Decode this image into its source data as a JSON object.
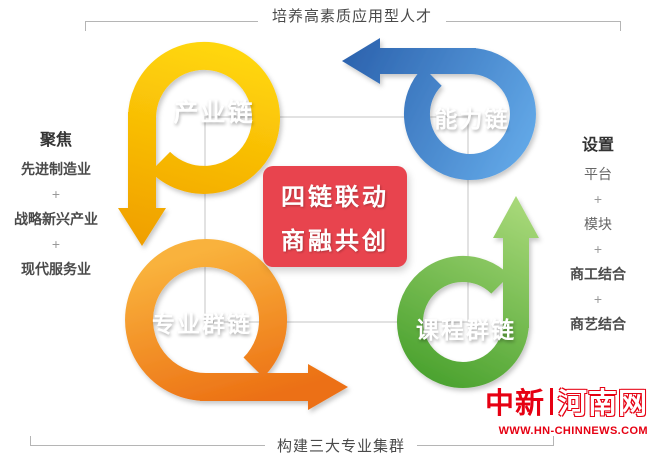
{
  "title_top": "培养高素质应用型人才",
  "title_bottom": "构建三大专业集群",
  "center_box": {
    "line1": "四链联动",
    "line2": "商融共创",
    "bg_color": "#e8444e"
  },
  "left_panel": {
    "heading": "聚焦",
    "items": [
      "先进制造业",
      "+",
      "战略新兴产业",
      "+",
      "现代服务业"
    ]
  },
  "right_panel": {
    "heading": "设置",
    "items": [
      "平台",
      "+",
      "模块",
      "+",
      "商工结合",
      "+",
      "商艺结合"
    ]
  },
  "rings": {
    "industry": {
      "label": "产业链",
      "color_light": "#ffd60a",
      "color_dark": "#f09f00"
    },
    "ability": {
      "label": "能力链",
      "color_light": "#63a9e8",
      "color_dark": "#2c63ae"
    },
    "major": {
      "label": "专业群链",
      "color_light": "#f9b23c",
      "color_dark": "#ec7014"
    },
    "course": {
      "label": "课程群链",
      "color_light": "#a9d97a",
      "color_dark": "#47a02c"
    }
  },
  "connector_color": "#d8d8d8",
  "watermark": {
    "brand_bold": "中新",
    "brand_outline": "河南网",
    "url": "WWW.HN-CHINNEWS.COM",
    "color": "#e60012"
  }
}
